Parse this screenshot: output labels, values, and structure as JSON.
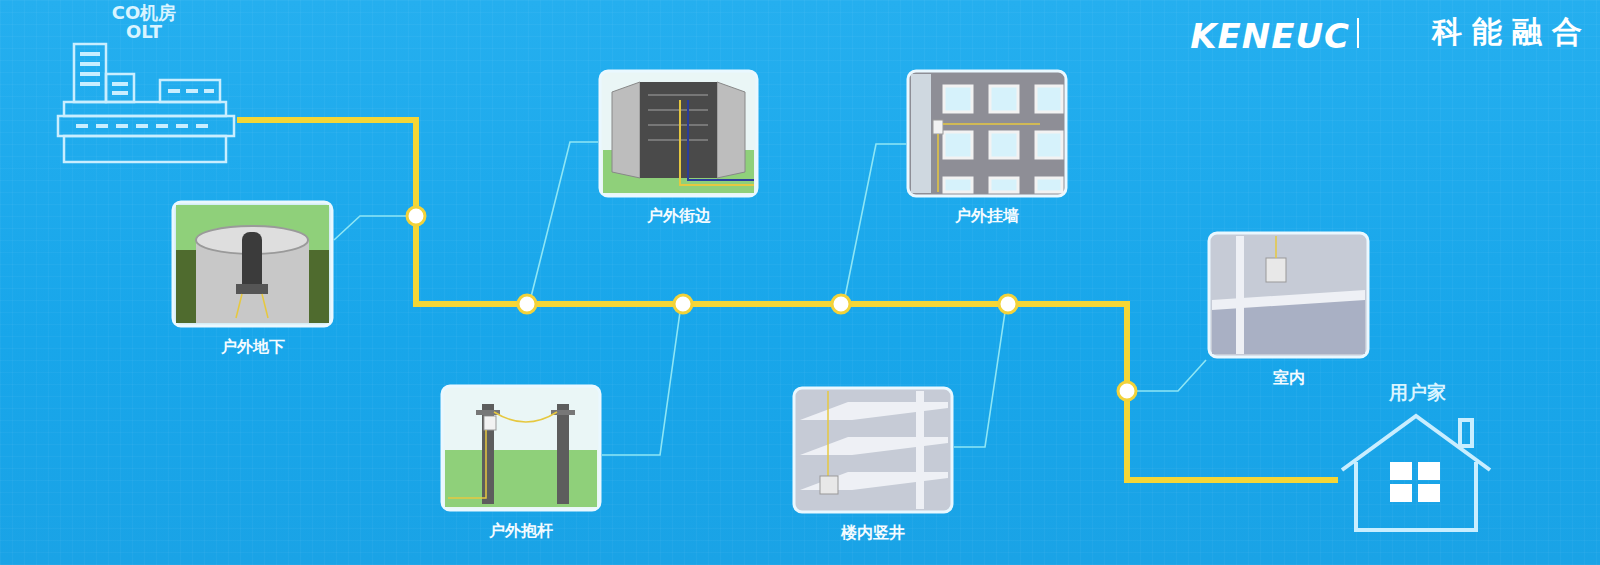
{
  "diagram": {
    "nodes": [
      {
        "text": [
          "CO机房 OLT"
        ]
      },
      {
        "text": [
          "户外地下"
        ]
      },
      {
        "text": [
          "户外街边"
        ]
      },
      {
        "text": [
          "户外挂墙"
        ]
      },
      {
        "text": [
          "室内"
        ]
      },
      {
        "text": [
          "户外抱杆"
        ]
      },
      {
        "text": [
          "楼内竖井"
        ]
      },
      {
        "text": [
          "用户家"
        ]
      }
    ],
    "edges": [
      {
        "from": 0,
        "to": 7,
        "arrow": "none"
      }
    ],
    "labels": [
      "KENEUC",
      "科能融合"
    ]
  }
}
